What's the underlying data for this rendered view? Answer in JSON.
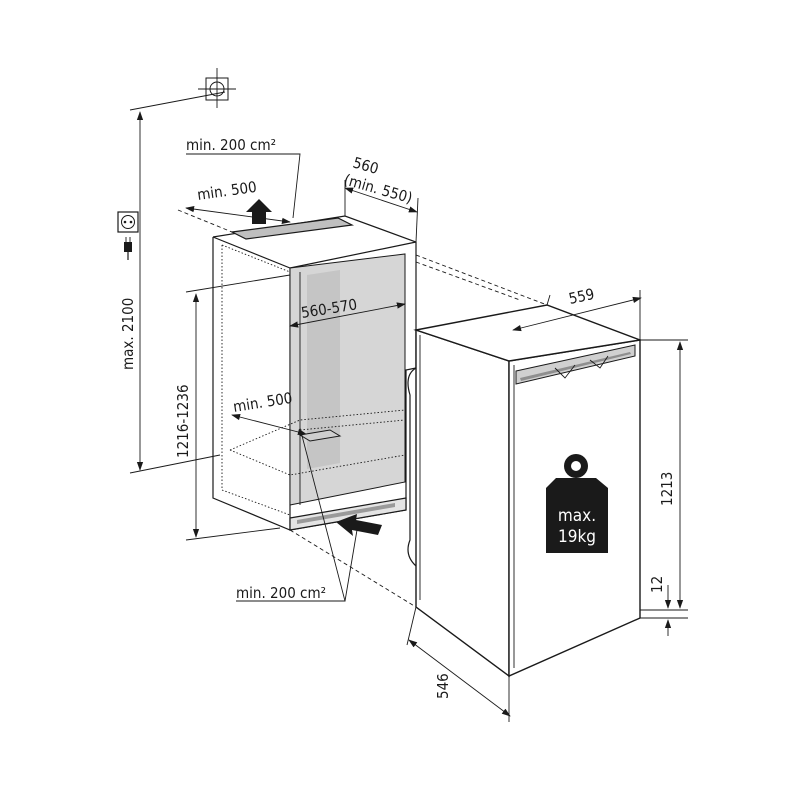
{
  "labels": {
    "vent_top": "min. 200 cm²",
    "vent_bottom": "min. 200 cm²",
    "depth_niche": "560",
    "depth_niche_min": "(min. 550)",
    "depth_top": "min. 500",
    "width_niche": "560-570",
    "depth_floor": "min. 500",
    "height_max": "max. 2100",
    "height_niche": "1216-1236",
    "width_appliance": "559",
    "height_appliance": "1213",
    "plinth": "12",
    "depth_appliance": "546",
    "weight_line1": "max.",
    "weight_line2": "19kg"
  },
  "icons": [
    "crosshair-icon",
    "power-socket-icon",
    "power-plug-icon",
    "weight-icon",
    "vent-arrow-icon"
  ]
}
